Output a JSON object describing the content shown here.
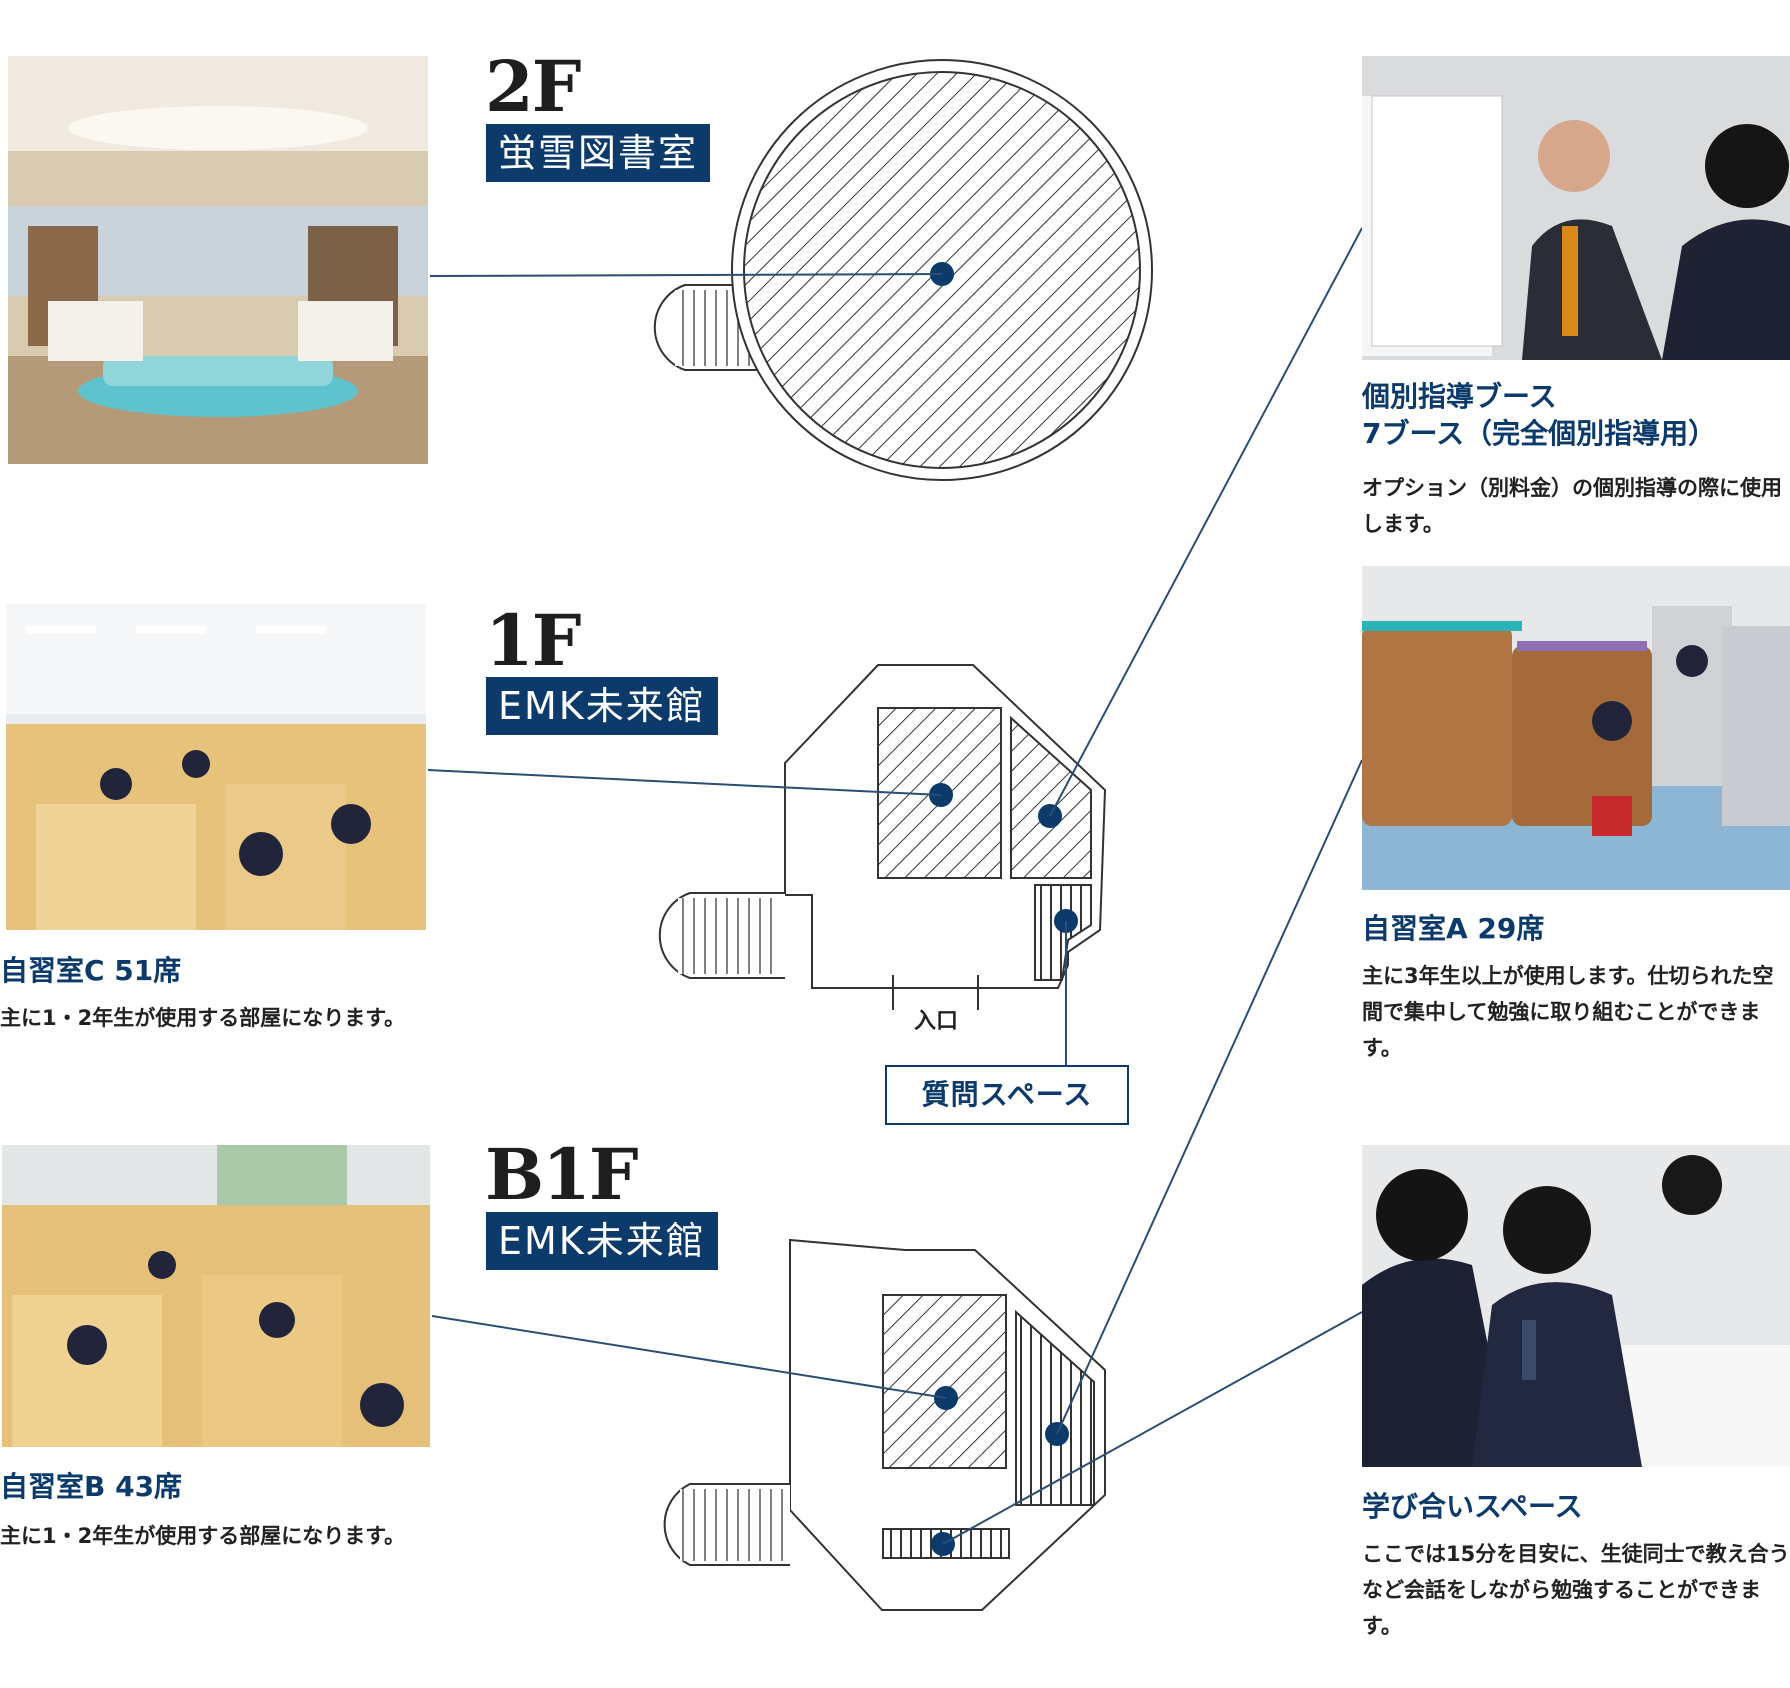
{
  "colors": {
    "accent": "#0b3a6b",
    "floor_badge_bg": "#0b3a6b",
    "floor_badge_text": "#ffffff",
    "connector": "#2b4e73"
  },
  "floors": {
    "f2": {
      "label": "2F",
      "building": "蛍雪図書室"
    },
    "f1": {
      "label": "1F",
      "building": "EMK未来館"
    },
    "b1": {
      "label": "B1F",
      "building": "EMK未来館"
    }
  },
  "rooms": {
    "booth": {
      "title_line1": "個別指導ブース",
      "title_line2": "7ブース（完全個別指導用）",
      "desc": "オプション（別料金）の個別指導の際に使用します。"
    },
    "room_a": {
      "title": "自習室A 29席",
      "desc": "主に3年生以上が使用します。仕切られた空間で集中して勉強に取り組むことができます。"
    },
    "room_c": {
      "title": "自習室C 51席",
      "desc": "主に1・2年生が使用する部屋になります。"
    },
    "room_b": {
      "title": "自習室B 43席",
      "desc": "主に1・2年生が使用する部屋になります。"
    },
    "manabi": {
      "title": "学び合いスペース",
      "desc": "ここでは15分を目安に、生徒同士で教え合うなど会話をしながら勉強することができます。"
    }
  },
  "plan_labels": {
    "entrance": "入口",
    "question_space": "質問スペース"
  }
}
